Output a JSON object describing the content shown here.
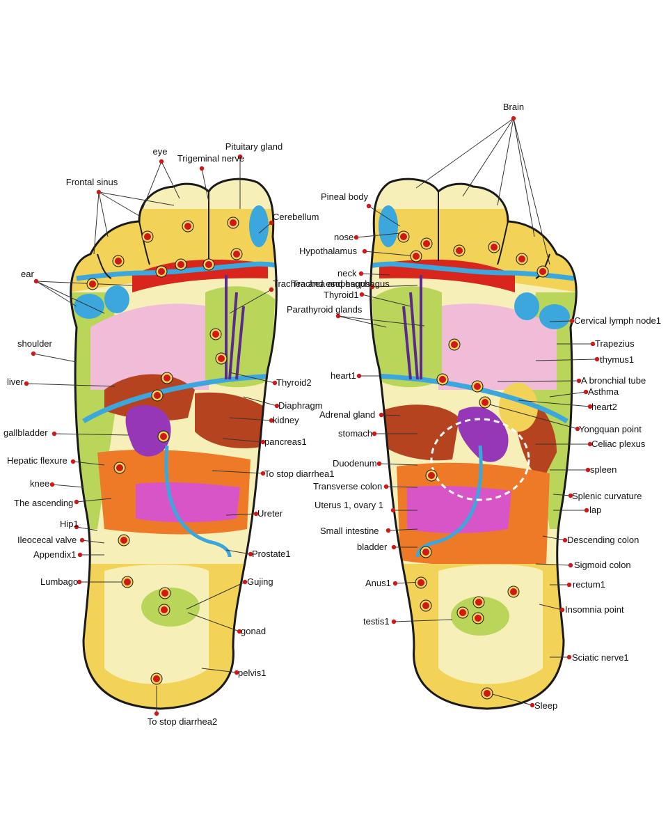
{
  "colors": {
    "marker": "#d01818",
    "outline": "#1a1a1a",
    "yellow": "#f3d357",
    "cream": "#f6f0b8",
    "green": "#b9d65a",
    "pink": "#f0bcd8",
    "blue": "#3ba7dd",
    "red": "#d8261d",
    "orange": "#ee7a28",
    "magenta": "#d855c8",
    "purple": "#9637b8",
    "brown": "#b5431f"
  },
  "left_foot": {
    "labels": [
      {
        "key": "pituitary_gland",
        "text": "Pituitary gland"
      },
      {
        "key": "eye",
        "text": "eye"
      },
      {
        "key": "trigeminal_nerve",
        "text": "Trigeminal nerve"
      },
      {
        "key": "frontal_sinus",
        "text": "Frontal sinus"
      },
      {
        "key": "cerebellum",
        "text": "Cerebellum"
      },
      {
        "key": "ear",
        "text": "ear"
      },
      {
        "key": "trachea_esophagus",
        "text": "Trachea and esophagus"
      },
      {
        "key": "shoulder",
        "text": "shoulder"
      },
      {
        "key": "liver",
        "text": "liver"
      },
      {
        "key": "thyroid2",
        "text": "Thyroid2"
      },
      {
        "key": "diaphragm",
        "text": "Diaphragm"
      },
      {
        "key": "kidney",
        "text": "kidney"
      },
      {
        "key": "gallbladder",
        "text": "gallbladder"
      },
      {
        "key": "pancreas1",
        "text": "pancreas1"
      },
      {
        "key": "hepatic_flexure",
        "text": "Hepatic flexure"
      },
      {
        "key": "to_stop_diarrhea1",
        "text": "To stop diarrhea1"
      },
      {
        "key": "knee",
        "text": "knee"
      },
      {
        "key": "ascending",
        "text": "The ascending"
      },
      {
        "key": "ureter",
        "text": "Ureter"
      },
      {
        "key": "hip1",
        "text": "Hip1"
      },
      {
        "key": "ileocecal_valve",
        "text": "Ileocecal valve"
      },
      {
        "key": "appendix1",
        "text": "Appendix1"
      },
      {
        "key": "prostate1",
        "text": "Prostate1"
      },
      {
        "key": "lumbago",
        "text": "Lumbago"
      },
      {
        "key": "gujing",
        "text": "Gujing"
      },
      {
        "key": "gonad",
        "text": "gonad"
      },
      {
        "key": "pelvis1",
        "text": "pelvis1"
      },
      {
        "key": "to_stop_diarrhea2",
        "text": "To stop diarrhea2"
      }
    ]
  },
  "right_foot": {
    "labels": [
      {
        "key": "brain",
        "text": "Brain"
      },
      {
        "key": "pineal_body",
        "text": "Pineal body"
      },
      {
        "key": "nose",
        "text": "nose"
      },
      {
        "key": "hypothalamus",
        "text": "Hypothalamus"
      },
      {
        "key": "neck",
        "text": "neck"
      },
      {
        "key": "trachea_esophagus",
        "text": "Trachea and esophagus"
      },
      {
        "key": "thyroid1",
        "text": "Thyroid1"
      },
      {
        "key": "parathyroid_glands",
        "text": "Parathyroid glands"
      },
      {
        "key": "cervical_lymph_node1",
        "text": "Cervical lymph node1"
      },
      {
        "key": "trapezius",
        "text": "Trapezius"
      },
      {
        "key": "thymus1",
        "text": "thymus1"
      },
      {
        "key": "heart1",
        "text": "heart1"
      },
      {
        "key": "bronchial_tube",
        "text": "A bronchial tube"
      },
      {
        "key": "asthma",
        "text": "Asthma"
      },
      {
        "key": "heart2",
        "text": "heart2"
      },
      {
        "key": "adrenal_gland",
        "text": "Adrenal gland"
      },
      {
        "key": "yongquan_point",
        "text": "Yongquan point"
      },
      {
        "key": "stomach",
        "text": "stomach"
      },
      {
        "key": "celiac_plexus",
        "text": "Celiac plexus"
      },
      {
        "key": "duodenum",
        "text": "Duodenum"
      },
      {
        "key": "spleen",
        "text": "spleen"
      },
      {
        "key": "transverse_colon",
        "text": "Transverse colon"
      },
      {
        "key": "splenic_curvature",
        "text": "Splenic curvature"
      },
      {
        "key": "uterus_ovary",
        "text": "Uterus 1, ovary 1"
      },
      {
        "key": "lap",
        "text": "lap"
      },
      {
        "key": "small_intestine",
        "text": "Small intestine"
      },
      {
        "key": "descending_colon",
        "text": "Descending colon"
      },
      {
        "key": "bladder",
        "text": "bladder"
      },
      {
        "key": "sigmoid_colon",
        "text": "Sigmoid colon"
      },
      {
        "key": "anus1",
        "text": "Anus1"
      },
      {
        "key": "rectum1",
        "text": "rectum1"
      },
      {
        "key": "insomnia_point",
        "text": "Insomnia point"
      },
      {
        "key": "testis1",
        "text": "testis1"
      },
      {
        "key": "sciatic_nerve1",
        "text": "Sciatic nerve1"
      },
      {
        "key": "sleep",
        "text": "Sleep"
      }
    ]
  }
}
